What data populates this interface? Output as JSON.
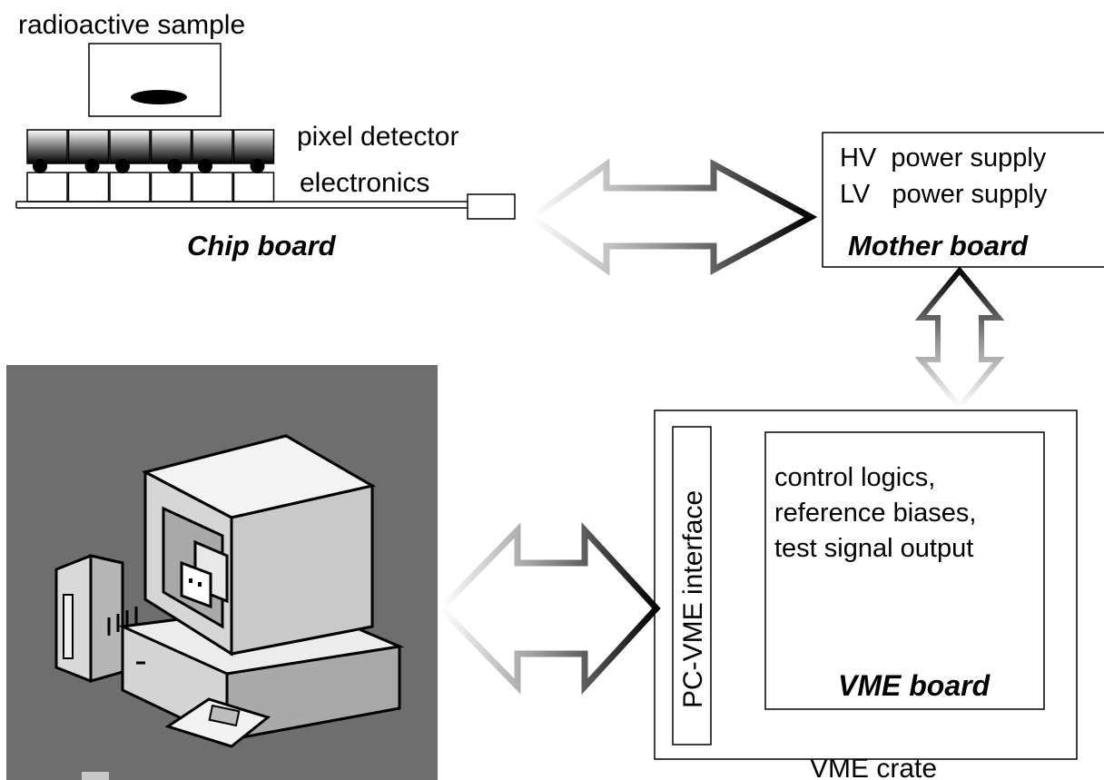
{
  "labels": {
    "radioactive_sample": "radioactive sample",
    "pixel_detector": "pixel detector",
    "electronics": "electronics",
    "chip_board": "Chip board",
    "hv_supply": "HV  power supply",
    "lv_supply": "LV   power supply",
    "mother_board": "Mother board",
    "pc_vme_interface": "PC-VME interface",
    "vme_functions": [
      "control logics,",
      "reference biases,",
      "test signal output"
    ],
    "vme_board": "VME board",
    "vme_crate": "VME crate"
  },
  "components": {
    "pixel_count": 6
  },
  "colors": {
    "line": "#000000",
    "pc_background": "#6e6e6e",
    "arrow_light": "#ffffff",
    "arrow_dark": "#000000"
  },
  "icons": {
    "computer": "pc-computer-icon"
  }
}
